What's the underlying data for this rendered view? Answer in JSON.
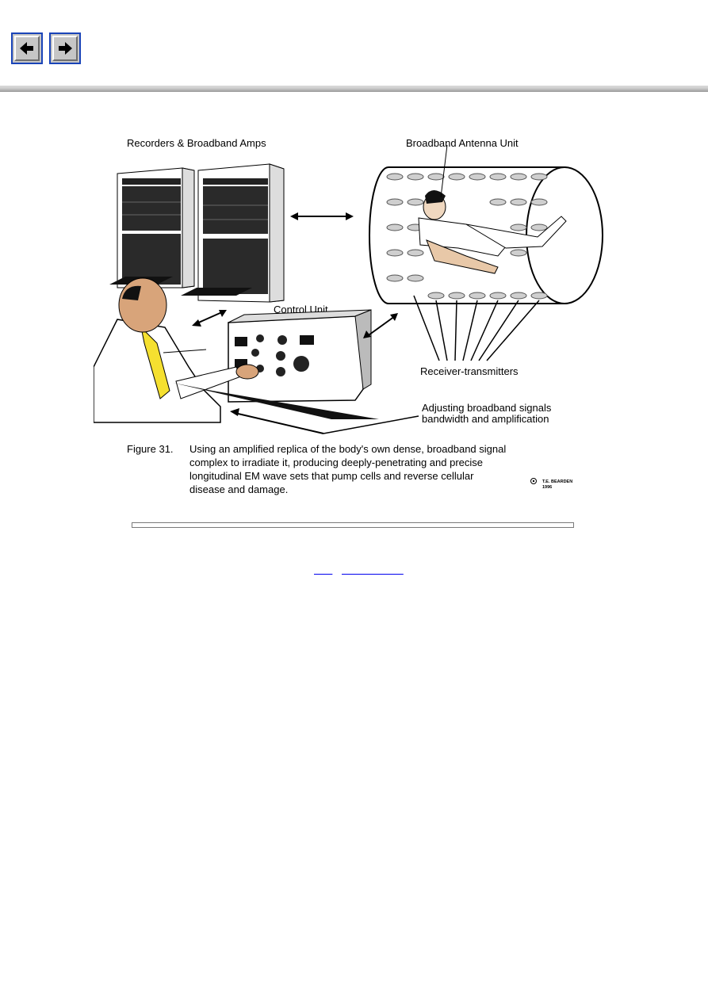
{
  "nav": {
    "back_icon": "left-arrow-icon",
    "forward_icon": "right-arrow-icon"
  },
  "figure": {
    "label_recorders": "Recorders & Broadband Amps",
    "label_antenna": "Broadband Antenna Unit",
    "label_control": "Control Unit",
    "label_receivers": "Receiver-transmitters",
    "label_adjusting_1": "Adjusting broadband signals",
    "label_adjusting_2": "bandwidth and amplification",
    "caption_figure": "Figure 31.",
    "caption_1": "Using an amplified replica of the body's own dense, broadband signal",
    "caption_2": "complex to irradiate it, producing deeply-penetrating and precise",
    "caption_3": "longitudinal  EM wave sets that pump cells and reverse cellular",
    "caption_4": "disease and damage.",
    "copyright_1": "T.E. BEARDEN",
    "copyright_2": "1996"
  },
  "links": {
    "link1": "      ",
    "link2": "                    "
  }
}
